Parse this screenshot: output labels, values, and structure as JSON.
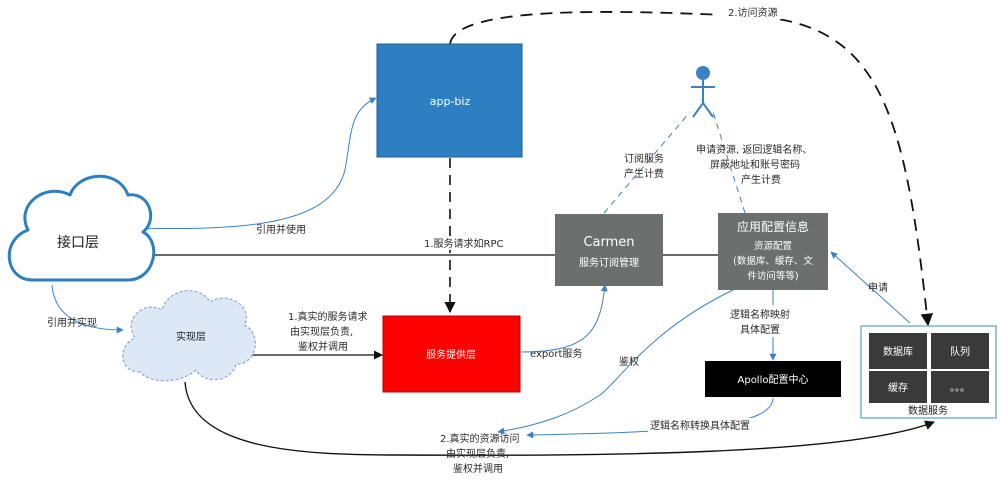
{
  "nodes": {
    "app_biz": "app-biz",
    "interface_layer": "接口层",
    "impl_layer": "实现层",
    "service_provider": "服务提供层",
    "carmen_title": "Carmen",
    "carmen_sub": "服务订阅管理",
    "app_config_title": "应用配置信息",
    "app_config_lines": [
      "资源配置",
      "(数据库、缓存、文",
      "件访问等等)"
    ],
    "apollo": "Apollo配置中心",
    "data_service": {
      "label": "数据服务",
      "cells": [
        "数据库",
        "队列",
        "缓存",
        "。。。"
      ]
    }
  },
  "edges": {
    "access_resource": "2.访问资源",
    "reference_use": "引用并使用",
    "service_rpc": "1.服务请求如RPC",
    "reference_impl": "引用并实现",
    "real_service_request": [
      "1.真实的服务请求",
      "由实现层负责,",
      "鉴权并调用"
    ],
    "export_service": "export服务",
    "auth": "鉴权",
    "subscribe_fee": [
      "订阅服务",
      "产生计费"
    ],
    "apply_resource": [
      "申请资源, 返回逻辑名称、",
      "屏蔽地址和账号密码",
      "产生计费"
    ],
    "logic_mapping": [
      "逻辑名称映射",
      "具体配置"
    ],
    "apply": "申请",
    "logic_convert": "逻辑名称转换具体配置",
    "real_resource_access": [
      "2.真实的资源访问",
      "由实现层负责,",
      "鉴权并调用"
    ]
  },
  "colors": {
    "app_biz": "#2e7fc1",
    "service_provider": "#ff0000",
    "gray_box": "#6b6f6e",
    "apollo": "#000000",
    "data_cell": "#3a3a3a",
    "blue_line": "#3b82c4",
    "cloud_stroke": "#2e7fc1",
    "impl_cloud_fill": "#dde8f7",
    "data_border": "#7fb2cf"
  }
}
